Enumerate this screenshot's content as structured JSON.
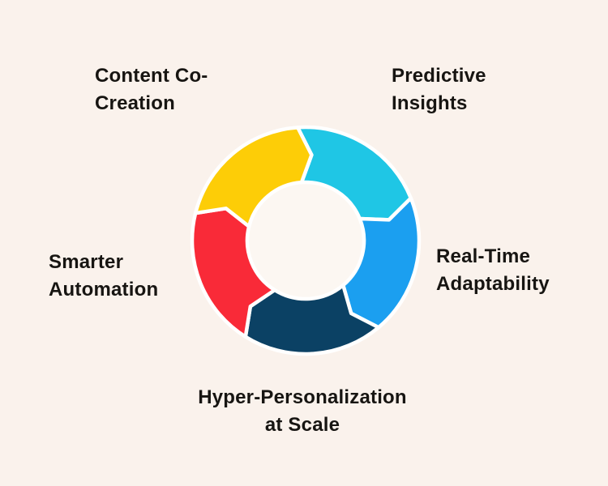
{
  "page": {
    "background_color": "#FAF2EC",
    "text_color": "#171512",
    "separator_color": "#FFFFFF",
    "hole_color": "#FCF7F2"
  },
  "diagram": {
    "type": "cycle",
    "direction": "clockwise",
    "segment_count": 5,
    "steps": [
      {
        "name": "predictive-insights",
        "label": "Predictive Insights",
        "lines": [
          "Predictive",
          "Insights"
        ],
        "color": "#1FC6E5",
        "position": "top-right"
      },
      {
        "name": "real-time-adaptability",
        "label": "Real-Time Adaptability",
        "lines": [
          "Real-Time",
          "Adaptability"
        ],
        "color": "#1B9FF0",
        "position": "right"
      },
      {
        "name": "hyper-personalization-at-scale",
        "label": "Hyper-Personalization at Scale",
        "lines": [
          "Hyper-Personalization",
          "at Scale"
        ],
        "color": "#0B4164",
        "position": "bottom"
      },
      {
        "name": "smarter-automation",
        "label": "Smarter Automation",
        "lines": [
          "Smarter",
          "Automation"
        ],
        "color": "#F92A38",
        "position": "left"
      },
      {
        "name": "content-co-creation",
        "label": "Content Co-Creation",
        "lines": [
          "Content Co-",
          "Creation"
        ],
        "color": "#FDCD07",
        "position": "top-left"
      }
    ]
  }
}
